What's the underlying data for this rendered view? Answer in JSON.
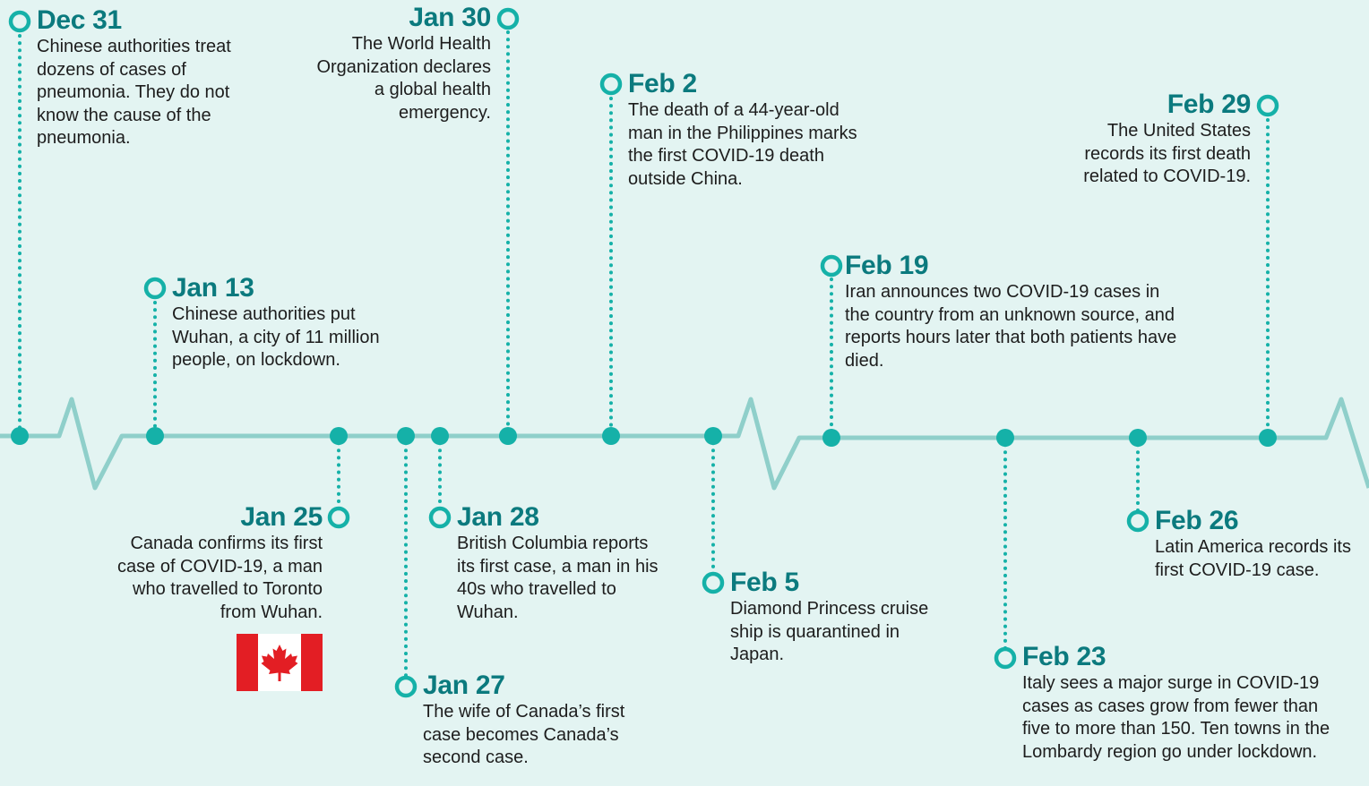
{
  "colors": {
    "background": "#e3f4f2",
    "line": "#8fcfca",
    "accent": "#15b1a8",
    "date_text": "#0b7a7e",
    "flag_red": "#e31e24",
    "flag_white": "#ffffff"
  },
  "events": [
    {
      "date": "Dec 31",
      "text": "Chinese authorities treat dozens of cases of pneumonia. They do not know the cause of the pneumonia."
    },
    {
      "date": "Jan 13",
      "text": "Chinese authorities put Wuhan, a city of 11 million people, on lockdown."
    },
    {
      "date": "Jan 25",
      "text": "Canada confirms its first case of COVID-19, a man who travelled to Toronto from Wuhan."
    },
    {
      "date": "Jan 27",
      "text": "The wife of Canada’s first case becomes Canada’s second case."
    },
    {
      "date": "Jan 28",
      "text": "British Columbia reports its first case, a man in his 40s who travelled to Wuhan."
    },
    {
      "date": "Jan 30",
      "text": "The World Health Organization declares a global health emergency."
    },
    {
      "date": "Feb 2",
      "text": "The death of a 44-year-old man in the Philippines marks the first COVID-19 death outside China."
    },
    {
      "date": "Feb 5",
      "text": "Diamond Princess cruise ship is quarantined in Japan."
    },
    {
      "date": "Feb 19",
      "text": "Iran announces two COVID-19 cases in the country from an unknown source, and reports hours later that both patients have died."
    },
    {
      "date": "Feb 23",
      "text": "Italy sees a major surge in COVID-19 cases as cases grow from fewer than five to more than 150. Ten towns in the Lombardy region go under lockdown."
    },
    {
      "date": "Feb 26",
      "text": "Latin America records its first COVID-19 case."
    },
    {
      "date": "Feb 29",
      "text": "The United States records its first death related to COVID-19."
    }
  ],
  "flag": {
    "name": "canada-flag-icon"
  }
}
